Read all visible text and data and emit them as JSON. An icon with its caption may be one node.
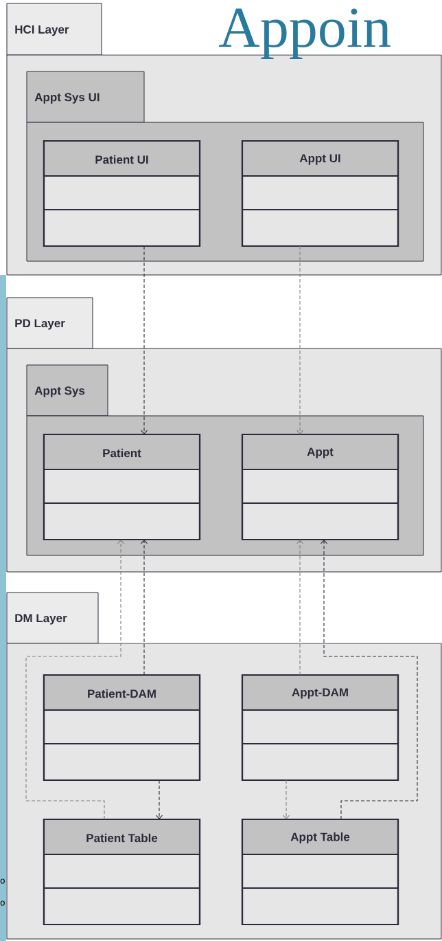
{
  "diagram": {
    "title": "Appoin",
    "nodes": [
      {
        "text": [
          "HCI Layer"
        ]
      },
      {
        "text": [
          "Appt Sys UI"
        ],
        "in": 0
      },
      {
        "text": [
          "Patient UI"
        ],
        "in": 1
      },
      {
        "text": [
          "Appt UI"
        ],
        "in": 1
      },
      {
        "text": [
          "PD Layer"
        ]
      },
      {
        "text": [
          "Appt Sys"
        ],
        "in": 4
      },
      {
        "text": [
          "Patient"
        ],
        "in": 5
      },
      {
        "text": [
          "Appt"
        ],
        "in": 5
      },
      {
        "text": [
          "DM Layer"
        ]
      },
      {
        "text": [
          "Patient-DAM"
        ],
        "in": 8
      },
      {
        "text": [
          "Appt-DAM"
        ],
        "in": 8
      },
      {
        "text": [
          "Patient Table"
        ],
        "in": 8
      },
      {
        "text": [
          "Appt Table"
        ],
        "in": 8
      }
    ],
    "edges": [
      {
        "from": 2,
        "to": 6,
        "arrow": "to",
        "style": "dashed"
      },
      {
        "from": 3,
        "to": 7,
        "arrow": "to",
        "style": "dashed",
        "color": "#808080"
      },
      {
        "from": 9,
        "to": 6,
        "arrow": "to",
        "style": "dashed"
      },
      {
        "from": 11,
        "to": 6,
        "arrow": "to",
        "style": "dashed",
        "color": "#808080"
      },
      {
        "from": 10,
        "to": 7,
        "arrow": "to",
        "style": "dashed",
        "color": "#808080"
      },
      {
        "from": 12,
        "to": 7,
        "arrow": "to",
        "style": "dashed"
      },
      {
        "from": 9,
        "to": 11,
        "arrow": "to",
        "style": "dashed"
      },
      {
        "from": 10,
        "to": 12,
        "arrow": "to",
        "style": "dashed",
        "color": "#808080"
      }
    ],
    "labels": [
      "o",
      "o"
    ]
  }
}
